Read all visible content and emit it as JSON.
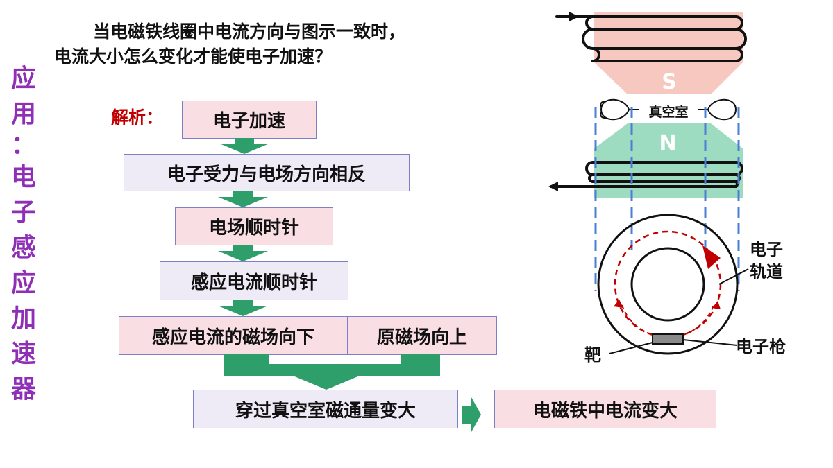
{
  "title_chars": [
    "应",
    "用",
    "：",
    "电",
    "子",
    "感",
    "应",
    "加",
    "速",
    "器"
  ],
  "question": {
    "line1": "当电磁铁线圈中电流方向与图示一致时，",
    "line2": "电流大小怎么变化才能使电子加速？"
  },
  "analysis_label": "解析：",
  "steps": {
    "s1": "电子加速",
    "s2": "电子受力与电场方向相反",
    "s3": "电场顺时针",
    "s4": "感应电流顺时针",
    "s5a": "感应电流的磁场向下",
    "s5b": "原磁场向上",
    "s6": "穿过真空室磁通量变大",
    "s7": "电磁铁中电流变大"
  },
  "diagram": {
    "pole_s": "S",
    "pole_n": "N",
    "vacuum_label": "真空室",
    "orbit_label_1": "电子",
    "orbit_label_2": "轨道",
    "target_label": "靶",
    "gun_label": "电子枪"
  },
  "colors": {
    "title_purple": "#8e2fb6",
    "analysis_red": "#c00000",
    "box_pink": "#f9dfe3",
    "box_lavender": "#eeeaf6",
    "flow_green": "#2e9e6a",
    "pole_s": "#f6c8c0",
    "pole_n": "#9ddcc0",
    "field_line_blue": "#4a7fd4",
    "orbit_red": "#c00000"
  }
}
